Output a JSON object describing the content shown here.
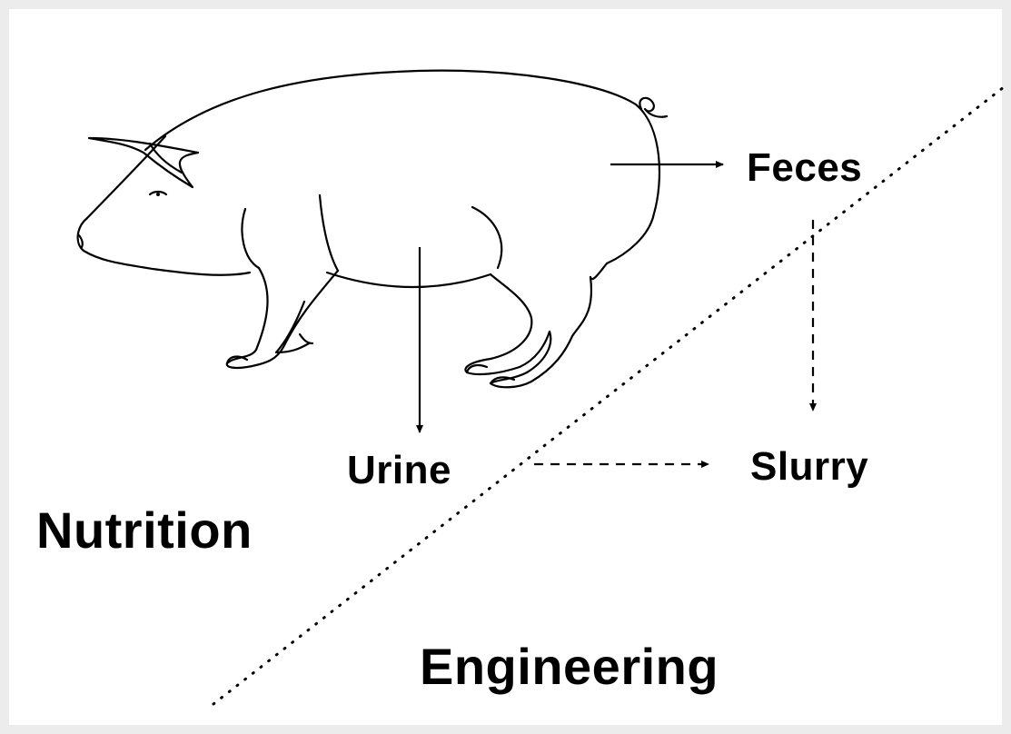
{
  "labels": {
    "feces": "Feces",
    "urine": "Urine",
    "slurry": "Slurry",
    "nutrition": "Nutrition",
    "engineering": "Engineering"
  },
  "colors": {
    "ink": "#000000",
    "background": "#ffffff"
  },
  "icons": {
    "animal": "pig-icon"
  }
}
